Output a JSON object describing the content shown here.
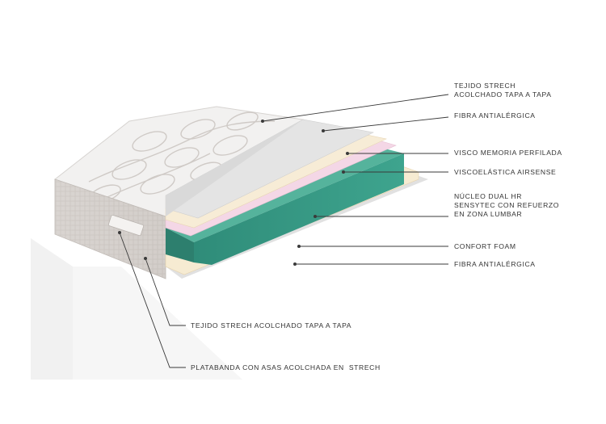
{
  "labels": {
    "cover_top": [
      "TEJIDO STRECH",
      "ACOLCHADO TAPA A TAPA"
    ],
    "fiber_top": "FIBRA ANTIALÉRGICA",
    "visco_memory": "VISCO MEMORIA PERFILADA",
    "visco_airsense": "VISCOELÁSTICA AIRSENSE",
    "core": [
      "NÚCLEO DUAL HR",
      "SENSYTEC CON REFUERZO",
      "EN ZONA LUMBAR"
    ],
    "comfort_foam": "CONFORT FOAM",
    "fiber_bottom": "FIBRA ANTIALÉRGICA",
    "cover_side": "TEJIDO STRECH ACOLCHADO TAPA A TAPA",
    "border_band": "PLATABANDA CON ASAS ACOLCHADA EN  STRECH"
  },
  "colors": {
    "foam_green": "#3f9a86",
    "visco_pink": "#f3d6e6",
    "foam_cream": "#f6e8cc",
    "fiber_gray": "#e3e3e3",
    "fabric": "#efeeee",
    "leader_line": "#3a3a3a"
  }
}
